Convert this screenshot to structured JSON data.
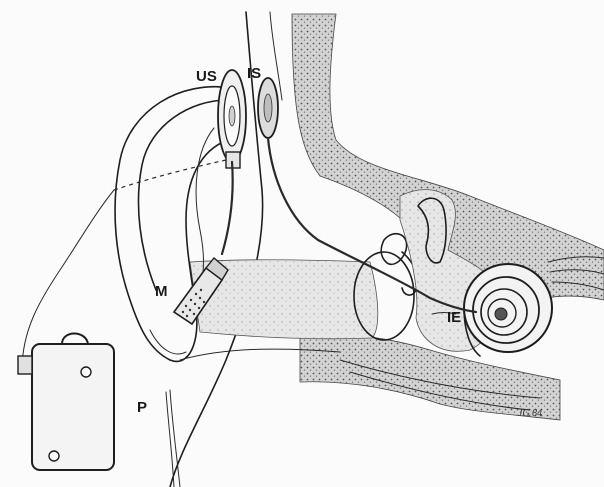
{
  "labels": {
    "us": "US",
    "is": "IS",
    "m": "M",
    "ie": "IE",
    "p": "P"
  },
  "signature": "JG 84"
}
